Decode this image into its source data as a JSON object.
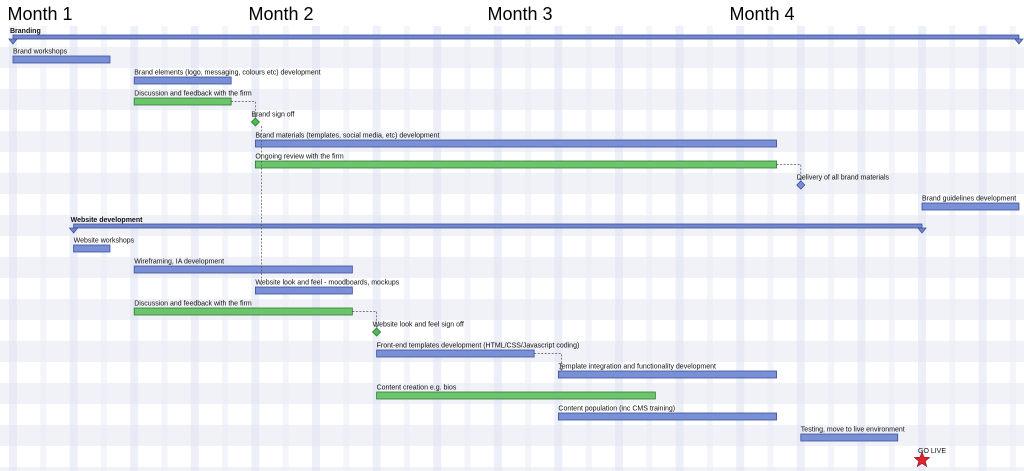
{
  "chart_data": {
    "type": "gantt",
    "months": [
      "Month 1",
      "Month 2",
      "Month 3",
      "Month 4"
    ],
    "weeks_per_month": 4,
    "colors": {
      "task": "#7a90d6",
      "review": "#6cc46c",
      "group": "#7388cf",
      "milestone": "#4fb84f",
      "golive": "#e0242f"
    },
    "rows": [
      {
        "kind": "group",
        "label": "Branding",
        "start": 0,
        "end": 16.6
      },
      {
        "kind": "task",
        "label": "Brand workshops",
        "start": 0,
        "end": 1.6,
        "color": "blue"
      },
      {
        "kind": "task",
        "label": "Brand elements (logo, messaging, colours etc) development",
        "start": 2,
        "end": 3.6,
        "color": "blue"
      },
      {
        "kind": "task",
        "label": "Discussion and feedback with the firm",
        "start": 2,
        "end": 3.6,
        "color": "green"
      },
      {
        "kind": "milestone",
        "label": "Brand sign off",
        "at": 4,
        "color": "green"
      },
      {
        "kind": "task",
        "label": "Brand materials (templates, social media, etc) development",
        "start": 4,
        "end": 12.6,
        "color": "blue"
      },
      {
        "kind": "task",
        "label": "Ongoing review with the firm",
        "start": 4,
        "end": 12.6,
        "color": "green"
      },
      {
        "kind": "milestone",
        "label": "Delivery of all brand materials",
        "at": 13,
        "color": "blue"
      },
      {
        "kind": "task",
        "label": "Brand guidelines development",
        "start": 15,
        "end": 16.6,
        "color": "blue"
      },
      {
        "kind": "group",
        "label": "Website development",
        "start": 1,
        "end": 15
      },
      {
        "kind": "task",
        "label": "Website workshops",
        "start": 1,
        "end": 1.6,
        "color": "blue"
      },
      {
        "kind": "task",
        "label": "Wireframing, IA development",
        "start": 2,
        "end": 5.6,
        "color": "blue"
      },
      {
        "kind": "task",
        "label": "Website look and feel - moodboards, mockups",
        "start": 4,
        "end": 5.6,
        "color": "blue"
      },
      {
        "kind": "task",
        "label": "Discussion and feedback with the firm",
        "start": 2,
        "end": 5.6,
        "color": "green"
      },
      {
        "kind": "milestone",
        "label": "Website look and feel sign off",
        "at": 6,
        "color": "green"
      },
      {
        "kind": "task",
        "label": "Front-end templates development (HTML/CSS/Javascript coding)",
        "start": 6,
        "end": 8.6,
        "color": "blue"
      },
      {
        "kind": "task",
        "label": "Template integration and functionality development",
        "start": 9,
        "end": 12.6,
        "color": "blue"
      },
      {
        "kind": "task",
        "label": "Content creation e.g. bios",
        "start": 6,
        "end": 10.6,
        "color": "green"
      },
      {
        "kind": "task",
        "label": "Content population (inc CMS training)",
        "start": 9,
        "end": 12.6,
        "color": "blue"
      },
      {
        "kind": "task",
        "label": "Testing, move to live environment",
        "start": 13,
        "end": 14.6,
        "color": "blue"
      },
      {
        "kind": "golive",
        "label": "GO LIVE",
        "at": 15
      }
    ],
    "dependencies": [
      {
        "from": 3,
        "to": 4,
        "type": "end-to-milestone"
      },
      {
        "from": 6,
        "to": 7,
        "type": "end-to-milestone"
      },
      {
        "from": 13,
        "to": 14,
        "type": "end-to-milestone"
      },
      {
        "from": 15,
        "to": 16,
        "type": "end-to-start"
      },
      {
        "from": 4,
        "to": 12,
        "type": "vertical"
      }
    ]
  }
}
